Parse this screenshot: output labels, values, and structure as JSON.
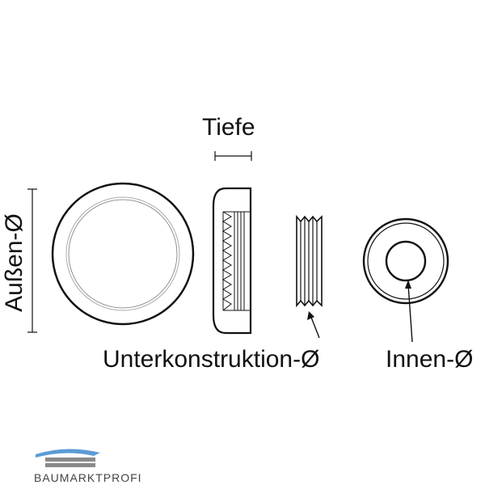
{
  "labels": {
    "depth": "Tiefe",
    "outer_diameter": "Außen-Ø",
    "substructure_diameter": "Unterkonstruktion-Ø",
    "inner_diameter": "Innen-Ø"
  },
  "logo": {
    "text": "BAUMARKTPROFI",
    "accent_color": "#5b9bd5",
    "stripe_color": "#8a8a8a"
  },
  "colors": {
    "line": "#111111",
    "ring_inner": "#bbbbbb"
  }
}
